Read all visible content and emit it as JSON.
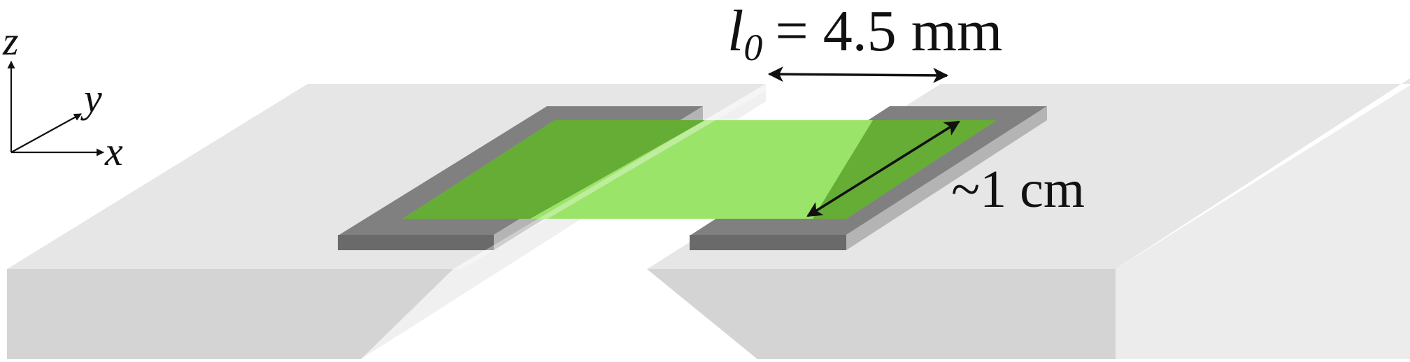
{
  "axes": {
    "z": "z",
    "y": "y",
    "x": "x"
  },
  "gap_label": {
    "symbol": "l",
    "subscript": "0",
    "value_text": "= 4.5 mm"
  },
  "width_label": "~1 cm",
  "colors": {
    "block_top": "#e6e6e6",
    "block_front": "#d4d4d4",
    "block_side": "#ececec",
    "electrode_top": "#808080",
    "electrode_front": "#6a6a6a",
    "electrode_side": "#b4b4b4",
    "film_on_electrode": "#65ad35",
    "film_in_gap": "#9be46a",
    "arrow": "#111111"
  }
}
